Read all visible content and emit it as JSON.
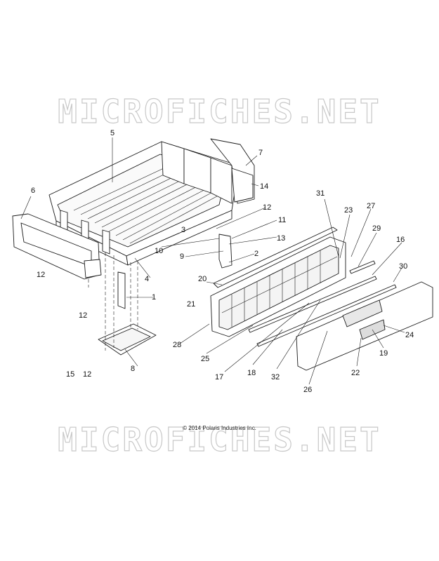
{
  "watermark": {
    "text": "MICROFICHES.NET"
  },
  "copyright": "© 2014 Polaris Industries Inc.",
  "callouts": [
    "5",
    "7",
    "14",
    "6",
    "12",
    "3",
    "11",
    "13",
    "2",
    "10",
    "9",
    "4",
    "12",
    "1",
    "12",
    "15",
    "12",
    "8",
    "31",
    "23",
    "27",
    "29",
    "16",
    "30",
    "20",
    "21",
    "28",
    "25",
    "17",
    "18",
    "32",
    "26",
    "22",
    "19",
    "24"
  ],
  "colors": {
    "line": "#1a1a1a",
    "watermark_stroke": "#c8c8c8",
    "part_fill": "#ffffff"
  }
}
